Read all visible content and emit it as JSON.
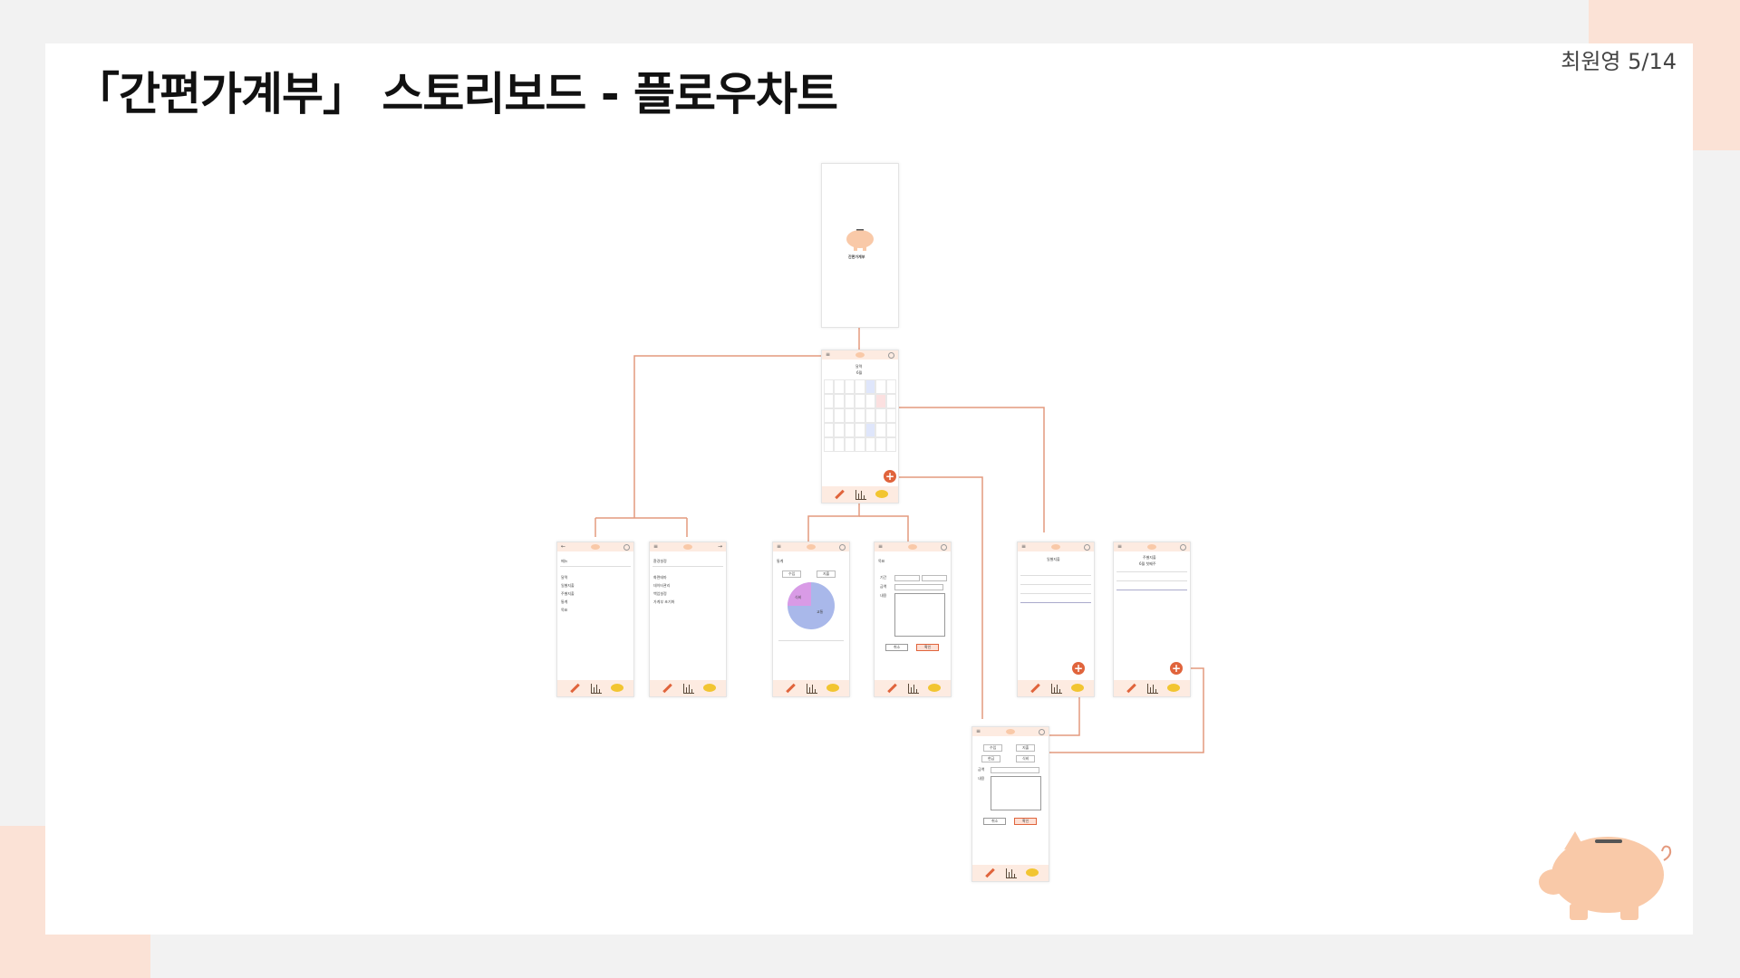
{
  "slide": {
    "title": "「간편가계부」 스토리보드 - 플로우차트",
    "author": "최원영 5/14"
  },
  "colors": {
    "accent": "#e0643c",
    "bar_bg": "#fdebe1",
    "pig": "#f9c9a8",
    "coin": "#f2c531",
    "deco": "#fbe2d6",
    "connector": "#e49a7e"
  },
  "screens": {
    "splash": {
      "app_name": "간편가계부"
    },
    "calendar": {
      "title": "달력",
      "month": "6월"
    },
    "menu": {
      "title": "메뉴",
      "items": [
        "달력",
        "일별지출",
        "주별지출",
        "통계",
        "목표"
      ]
    },
    "settings": {
      "title": "환경설정",
      "items": [
        "화면테마",
        "데이터관리",
        "백업설정",
        "가계부 초기화"
      ]
    },
    "stats": {
      "title": "통계",
      "tabs": [
        "수입",
        "지출"
      ],
      "pie_labels": [
        "식비",
        "교통"
      ]
    },
    "goal": {
      "title": "목표",
      "fields": [
        "기간",
        "금액",
        "내용"
      ],
      "buttons": [
        "취소",
        "확인"
      ]
    },
    "daily": {
      "title": "일별지출"
    },
    "weekly": {
      "title": "주별지출",
      "week": "6월 첫째주"
    },
    "entry": {
      "toggles": [
        "수입",
        "지출"
      ],
      "selects": [
        "현금",
        "식비"
      ],
      "fields": [
        "금액",
        "내용"
      ],
      "buttons": [
        "취소",
        "확인"
      ]
    }
  },
  "icons": [
    "menu-icon",
    "pig-logo-icon",
    "gear-icon",
    "pencil-icon",
    "bar-chart-icon",
    "coin-icon",
    "plus-icon",
    "back-arrow-icon",
    "forward-arrow-icon"
  ]
}
